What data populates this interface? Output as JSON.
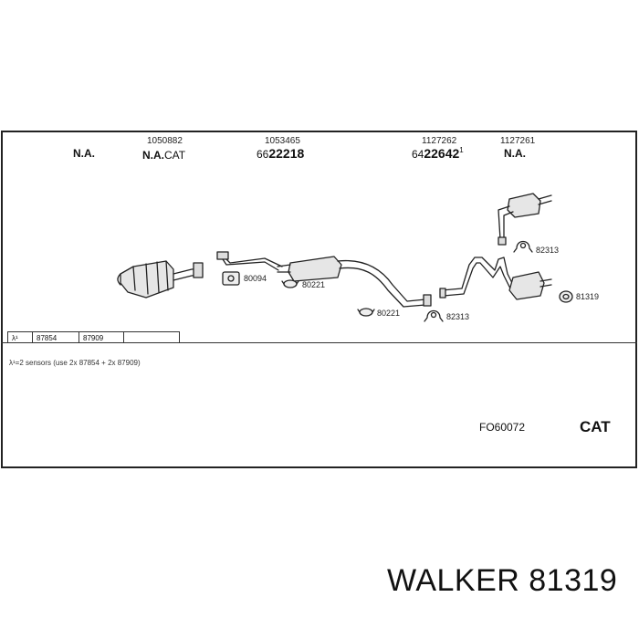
{
  "header": {
    "col1": {
      "status": "N.A."
    },
    "col2": {
      "number": "1050882",
      "status": "N.A.",
      "status_suffix": "CAT"
    },
    "col3": {
      "number": "1053465",
      "prefix": "66",
      "value": "22218"
    },
    "col4": {
      "number": "1127262",
      "prefix": "64",
      "value": "22642",
      "sup": "1"
    },
    "col5": {
      "number": "1127261",
      "status": "N.A."
    }
  },
  "parts": {
    "gasket_1": "80094",
    "clamp_1": "80221",
    "clamp_2": "80221",
    "bracket_1": "82313",
    "bracket_2": "82313",
    "ring_1": "81319"
  },
  "sensor_table": {
    "symbol": "λ¹",
    "cells": [
      "87854",
      "87909"
    ]
  },
  "note": "λ¹=2 sensors (use 2x 87854 + 2x 87909)",
  "code": "FO60072",
  "category": "CAT",
  "footer": "WALKER 81319"
}
